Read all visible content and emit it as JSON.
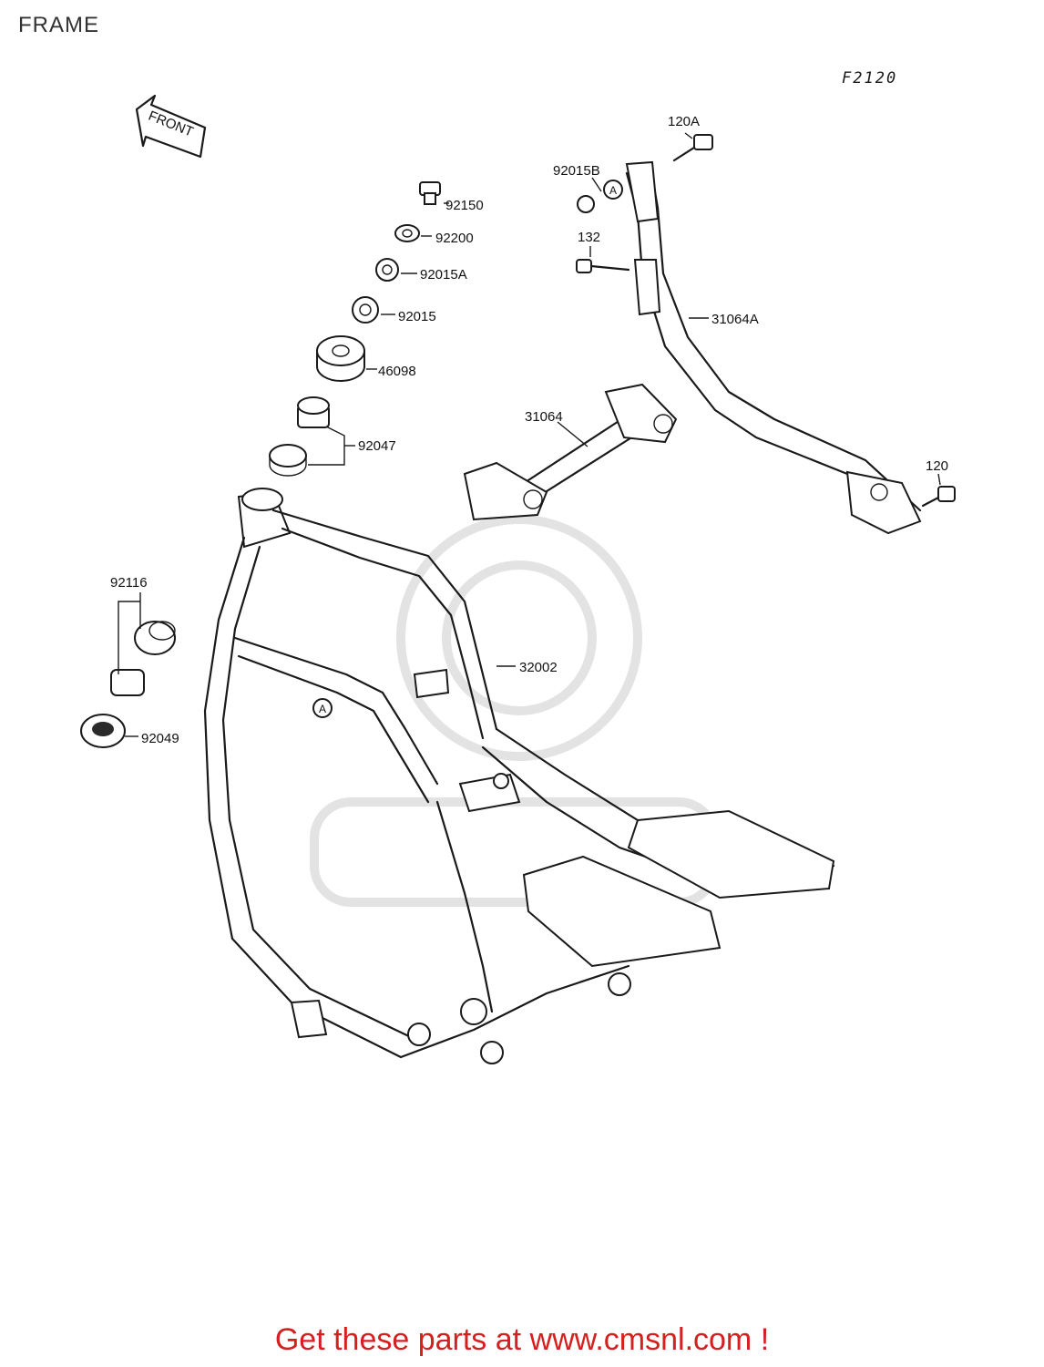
{
  "page": {
    "title": "FRAME",
    "diagram_ref": "F2120"
  },
  "front_arrow": {
    "label": "FRONT"
  },
  "callout_marker": "A",
  "parts": [
    {
      "number": "120A"
    },
    {
      "number": "92015B"
    },
    {
      "number": "92150"
    },
    {
      "number": "92200"
    },
    {
      "number": "92015A"
    },
    {
      "number": "132"
    },
    {
      "number": "92015"
    },
    {
      "number": "31064A"
    },
    {
      "number": "46098"
    },
    {
      "number": "31064"
    },
    {
      "number": "92047"
    },
    {
      "number": "120"
    },
    {
      "number": "92116"
    },
    {
      "number": "32002"
    },
    {
      "number": "92049"
    }
  ],
  "footer": {
    "text": "Get these parts at www.cmsnl.com !"
  },
  "colors": {
    "footer": "#d42020",
    "lines": "#1a1a1a",
    "watermark": "#e3e3e3"
  }
}
